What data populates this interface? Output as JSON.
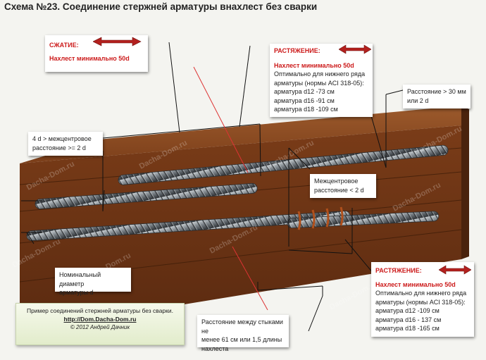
{
  "title": "Схема №23. Соединение стержней арматуры внахлест без сварки",
  "compression": {
    "heading": "СЖАТИЕ:",
    "overlap": "Нахлест минимально 50d"
  },
  "tension_top": {
    "heading": "РАСТЯЖЕНИЕ:",
    "overlap": "Нахлест минимально 50d",
    "lines": [
      "Оптимально для нижнего ряда",
      "арматуры (нормы ACI 318-05):",
      "арматура d12 -73 см",
      "арматура d16 -91 см",
      "арматура d18 -109 см"
    ]
  },
  "tension_bottom": {
    "heading": "РАСТЯЖЕНИЕ:",
    "overlap": "Нахлест минимально 50d",
    "lines": [
      "Оптимально для нижнего ряда",
      "арматуры (нормы ACI 318-05):",
      "арматура d12 -109 см",
      "арматура d16 - 137 см",
      "арматура d18 -165 см"
    ]
  },
  "labels": {
    "distance_30": [
      "Расстояние > 30 мм",
      "или 2 d"
    ],
    "spacing_4d": [
      "4 d > межцентровое",
      "расстояние >= 2 d"
    ],
    "spacing_lt_2d": [
      "Межцентровое",
      "расстояние < 2 d"
    ],
    "nominal_diameter": [
      "Номинальный диаметр",
      "арматуры d"
    ],
    "joints_distance": [
      "Расстояние между стыками не",
      "менее  61 см или 1,5 длины",
      "нахлеста"
    ]
  },
  "credit": {
    "line1": "Пример соединений стержней арматуры без сварки.",
    "site": "http://Dom.Dacha-Dom.ru",
    "copyright": "© 2012 Андрей Дачник"
  },
  "watermark": "Dacha-Dom.ru",
  "colors": {
    "concrete_top": "#8a4b22",
    "concrete_front": "#6e3514",
    "rebar": "#7b8288",
    "accent_red": "#cc1a1a",
    "arrow_red": "#b3201e"
  }
}
